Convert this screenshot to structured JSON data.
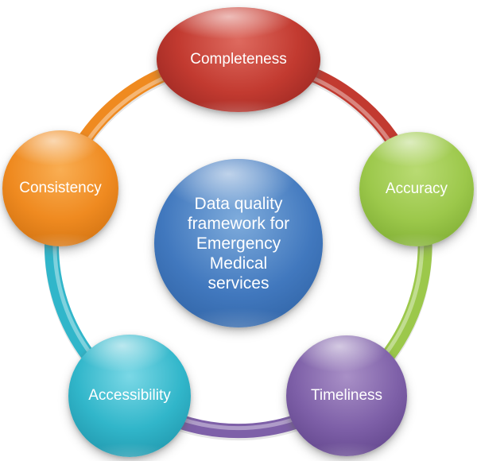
{
  "diagram": {
    "type": "cycle",
    "title": "Data quality framework for Emergency Medical services",
    "background_color": "#FFFFFF",
    "text_color": "#FFFFFF",
    "center": {
      "label": "Data quality framework for Emergency Medical services",
      "lines": [
        "Data quality",
        "framework for",
        "Emergency",
        "Medical",
        "services"
      ],
      "color": "#4178BE",
      "shape": "circle"
    },
    "nodes": [
      {
        "label": "Completeness",
        "color": "#C23A30",
        "position": "top",
        "shape": "ellipse"
      },
      {
        "label": "Accuracy",
        "color": "#9CC84B",
        "position": "right",
        "shape": "circle"
      },
      {
        "label": "Timeliness",
        "color": "#7E60A8",
        "position": "bottom-right",
        "shape": "circle"
      },
      {
        "label": "Accessibility",
        "color": "#31B6CA",
        "position": "bottom-left",
        "shape": "circle"
      },
      {
        "label": "Consistency",
        "color": "#EF8A20",
        "position": "left",
        "shape": "circle"
      }
    ],
    "ring_segments": [
      {
        "from": "Completeness",
        "to": "Accuracy",
        "color": "#C23A30"
      },
      {
        "from": "Accuracy",
        "to": "Timeliness",
        "color": "#9CC84B"
      },
      {
        "from": "Timeliness",
        "to": "Accessibility",
        "color": "#7E60A8"
      },
      {
        "from": "Accessibility",
        "to": "Consistency",
        "color": "#31B6CA"
      },
      {
        "from": "Consistency",
        "to": "Completeness",
        "color": "#EF8A20"
      }
    ]
  }
}
